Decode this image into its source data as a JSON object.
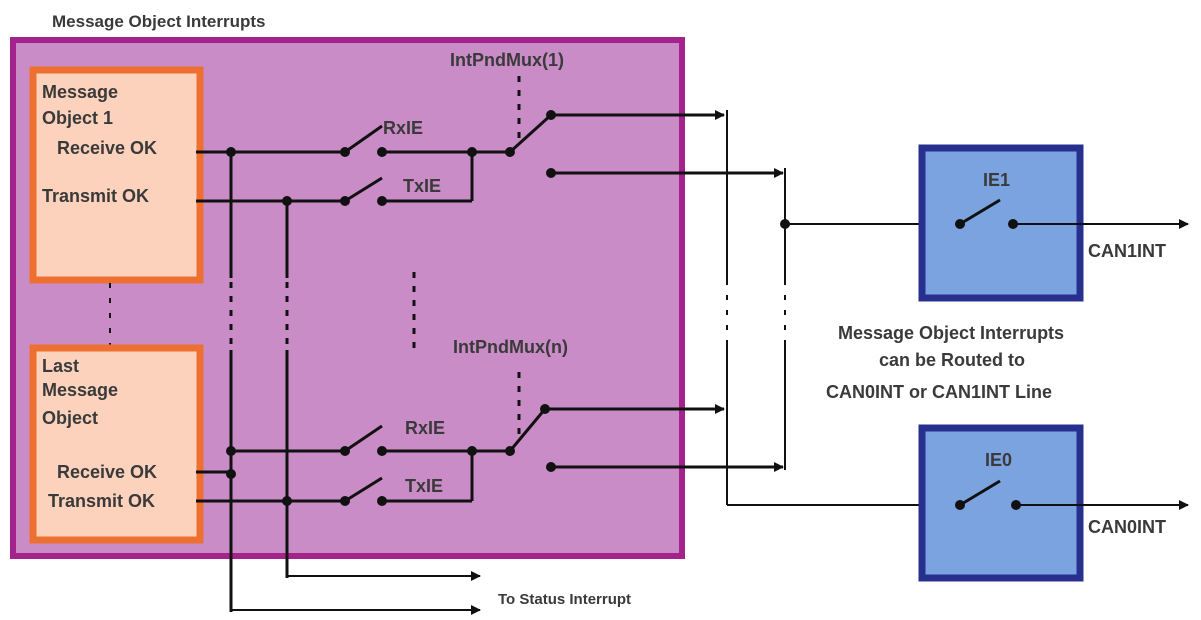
{
  "diagram": {
    "title": "Message Object Interrupts",
    "first_object": {
      "name_line1": "Message",
      "name_line2": "Object 1",
      "receive": "Receive OK",
      "transmit": "Transmit OK"
    },
    "last_object": {
      "name_line1": "Last",
      "name_line2": "Message",
      "name_line3": "Object",
      "receive": "Receive OK",
      "transmit": "Transmit OK"
    },
    "mux_top": {
      "label": "IntPndMux(1)",
      "rx": "RxIE",
      "tx": "TxIE"
    },
    "mux_bottom": {
      "label": "IntPndMux(n)",
      "rx": "RxIE",
      "tx": "TxIE"
    },
    "ie1": {
      "label": "IE1",
      "output": "CAN1INT"
    },
    "ie0": {
      "label": "IE0",
      "output": "CAN0INT"
    },
    "routing_note": {
      "line1": "Message Object Interrupts",
      "line2": "can be Routed to",
      "line3": "CAN0INT or CAN1INT Line"
    },
    "status_label": "To Status Interrupt",
    "colors": {
      "outer_fill": "#c98cc6",
      "outer_border": "#a4228c",
      "object_fill": "#fcd2bc",
      "object_border": "#ee7030",
      "ie_fill": "#7aa3e0",
      "ie_border": "#28308f"
    }
  }
}
